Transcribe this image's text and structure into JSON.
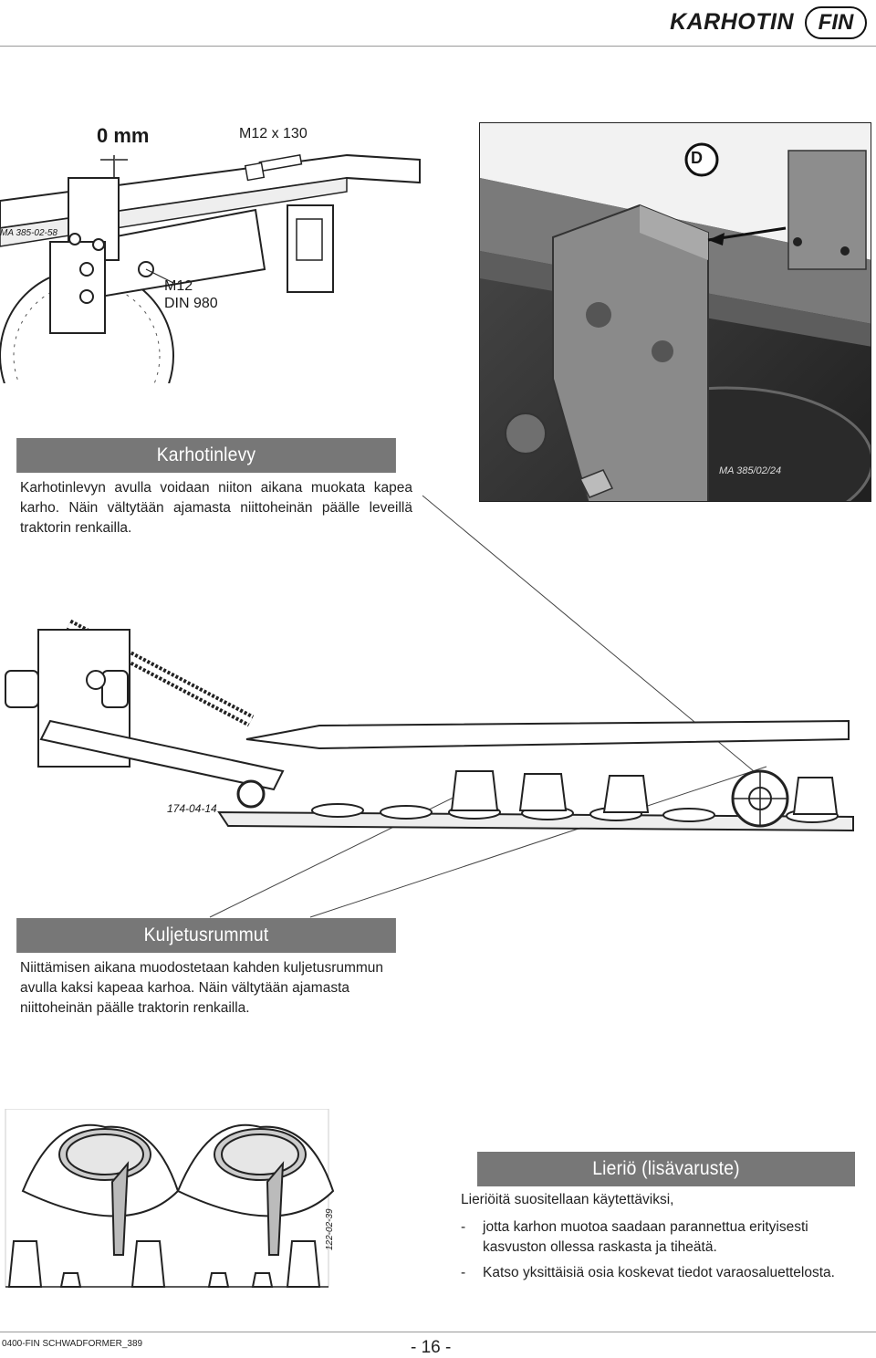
{
  "header": {
    "title": "KARHOTIN",
    "badge": "FIN"
  },
  "figure_top": {
    "label_gap": "0 mm",
    "label_bolt": "M12 x 130",
    "label_nut_line1": "M12",
    "label_nut_line2": "DIN 980",
    "code": "MA 385-02-58"
  },
  "photo": {
    "callout": "D",
    "code": "MA 385/02/24"
  },
  "section1": {
    "title": "Karhotinlevy",
    "text": "Karhotinlevyn avulla voidaan niiton aikana muokata kapea karho. Näin vältytään ajamasta niittoheinän päälle leveillä traktorin renkailla."
  },
  "figure_mid": {
    "code": "174-04-14"
  },
  "section2": {
    "title": "Kuljetusrummut",
    "text": "Niittämisen aikana muodostetaan kahden kuljetusrummun avulla kaksi kapeaa karhoa. Näin vältytään ajamasta niittoheinän päälle traktorin renkailla."
  },
  "figure_bottom": {
    "code": "122-02-39"
  },
  "section3": {
    "title": "Lieriö (lisävaruste)",
    "intro": "Lieriöitä suositellaan käytettäviksi,",
    "bullets": [
      "jotta karhon muotoa saadaan parannettua erityisesti kasvuston ollessa raskasta ja tiheätä.",
      "Katso yksittäisiä osia koskevat tiedot varaosaluettelosta."
    ]
  },
  "footer": {
    "code": "0400-FIN SCHWADFORMER_389",
    "page": "- 16 -"
  }
}
